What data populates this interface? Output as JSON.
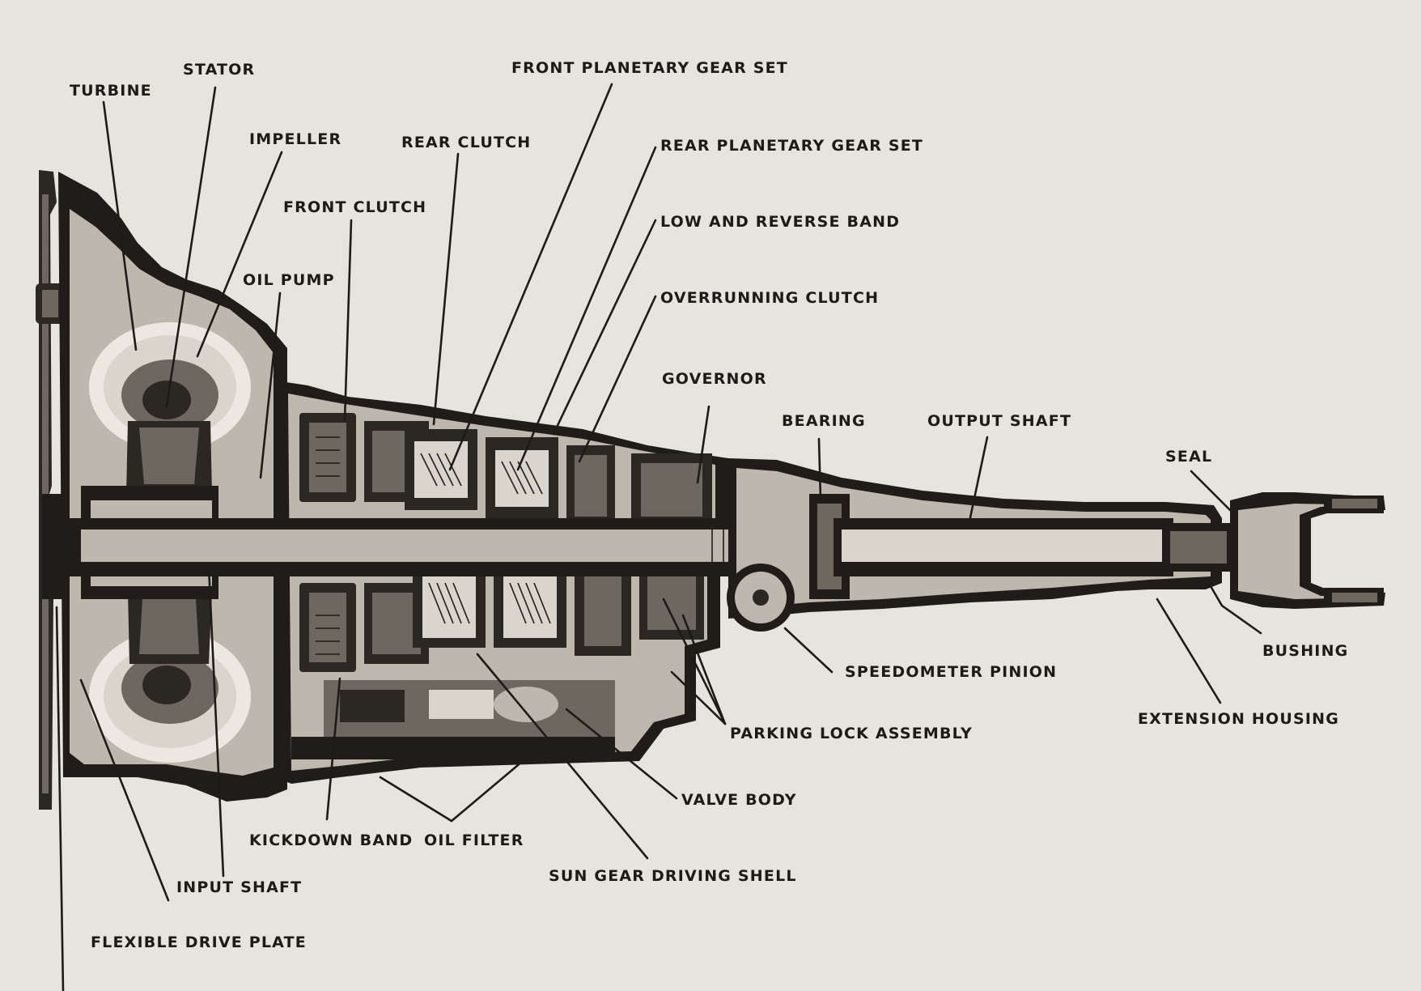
{
  "labels": {
    "turbine": "TURBINE",
    "stator": "STATOR",
    "impeller": "IMPELLER",
    "rear_clutch": "REAR CLUTCH",
    "front_planetary_gear_set": "FRONT PLANETARY GEAR SET",
    "rear_planetary_gear_set": "REAR PLANETARY GEAR SET",
    "low_and_reverse_band": "LOW AND REVERSE BAND",
    "front_clutch": "FRONT CLUTCH",
    "oil_pump": "OIL PUMP",
    "overrunning_clutch": "OVERRUNNING CLUTCH",
    "governor": "GOVERNOR",
    "bearing": "BEARING",
    "output_shaft": "OUTPUT SHAFT",
    "seal": "SEAL",
    "bushing": "BUSHING",
    "speedometer_pinion": "SPEEDOMETER PINION",
    "extension_housing": "EXTENSION HOUSING",
    "parking_lock_assembly": "PARKING LOCK ASSEMBLY",
    "valve_body": "VALVE BODY",
    "kickdown_band": "KICKDOWN BAND",
    "oil_filter": "OIL FILTER",
    "sun_gear_driving_shell": "SUN GEAR DRIVING SHELL",
    "input_shaft": "INPUT SHAFT",
    "flexible_drive_plate": "FLEXIBLE DRIVE PLATE"
  },
  "colors": {
    "background": "#e7e3dd",
    "ink": "#1d1b19"
  }
}
